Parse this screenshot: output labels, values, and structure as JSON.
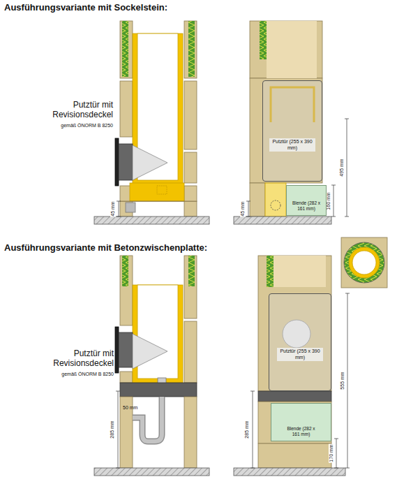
{
  "diagram": {
    "nodes": [
      {
        "text": [
          "Putztür (255 x 390 mm)"
        ]
      },
      {
        "text": [
          "Blende (282 x 161 mm)"
        ]
      },
      {
        "text": [
          "Putztür (255 x 390 mm)"
        ]
      },
      {
        "text": [
          "Blende (282 x 161 mm)"
        ]
      }
    ],
    "labels": [
      "Ausführungsvariante mit Sockelstein:",
      "Putztür mit Revisionsdeckel",
      "gemäß ÖNORM B 8250",
      "45 mm",
      "45 mm",
      "160 mm",
      "495 mm",
      "Ausführungsvariante mit Betonzwischenplatte:",
      "Putztür mit Revisionsdeckel",
      "gemäß ÖNORM B 8250",
      "50 mm",
      "285 mm",
      "285 mm",
      "170 mm",
      "555 mm"
    ]
  }
}
